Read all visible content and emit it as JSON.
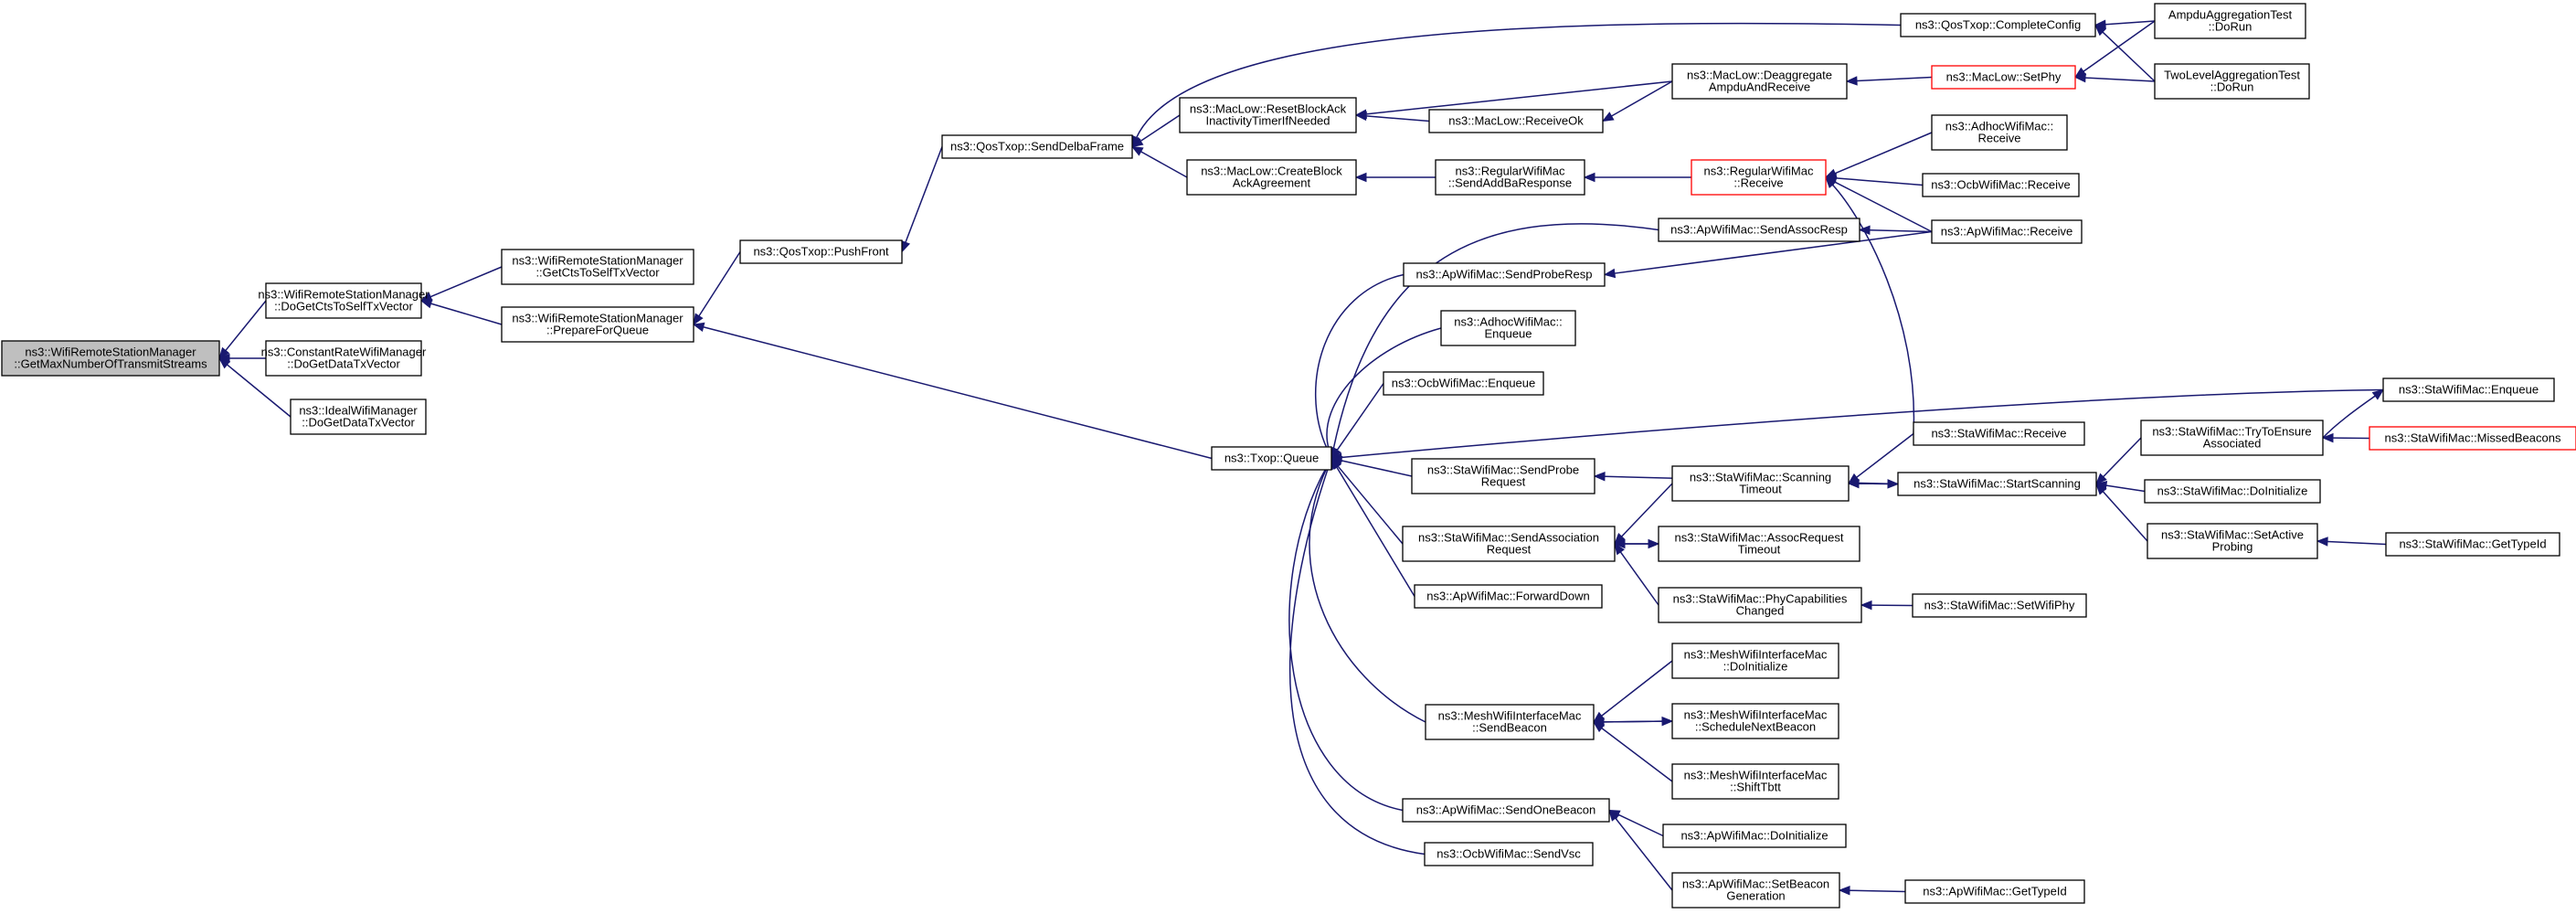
{
  "diagram": {
    "colors": {
      "edge": "#191970",
      "node_border": "#000000",
      "highlight_border": "#ff0000",
      "root_fill": "#bfbfbf"
    },
    "nodes": [
      {
        "id": "getmax",
        "lines": [
          "ns3::WifiRemoteStationManager",
          "::GetMaxNumberOfTransmitStreams"
        ],
        "style": "root"
      },
      {
        "id": "dogetcts",
        "lines": [
          "ns3::WifiRemoteStationManager",
          "::DoGetCtsToSelfTxVector"
        ]
      },
      {
        "id": "constrate",
        "lines": [
          "ns3::ConstantRateWifiManager",
          "::DoGetDataTxVector"
        ]
      },
      {
        "id": "ideal",
        "lines": [
          "ns3::IdealWifiManager",
          "::DoGetDataTxVector"
        ]
      },
      {
        "id": "getcts",
        "lines": [
          "ns3::WifiRemoteStationManager",
          "::GetCtsToSelfTxVector"
        ]
      },
      {
        "id": "prepare",
        "lines": [
          "ns3::WifiRemoteStationManager",
          "::PrepareForQueue"
        ]
      },
      {
        "id": "pushfront",
        "lines": [
          "ns3::QosTxop::PushFront"
        ]
      },
      {
        "id": "senddelba",
        "lines": [
          "ns3::QosTxop::SendDelbaFrame"
        ]
      },
      {
        "id": "txopqueue",
        "lines": [
          "ns3::Txop::Queue"
        ]
      },
      {
        "id": "resetblock",
        "lines": [
          "ns3::MacLow::ResetBlockAck",
          "InactivityTimerIfNeeded"
        ]
      },
      {
        "id": "createblock",
        "lines": [
          "ns3::MacLow::CreateBlock",
          "AckAgreement"
        ]
      },
      {
        "id": "completeconfig",
        "lines": [
          "ns3::QosTxop::CompleteConfig"
        ]
      },
      {
        "id": "receiveok",
        "lines": [
          "ns3::MacLow::ReceiveOk"
        ]
      },
      {
        "id": "deaggregate",
        "lines": [
          "ns3::MacLow::Deaggregate",
          "AmpduAndReceive"
        ]
      },
      {
        "id": "setphy",
        "lines": [
          "ns3::MacLow::SetPhy"
        ],
        "style": "red"
      },
      {
        "id": "ampdutest",
        "lines": [
          "AmpduAggregationTest",
          "::DoRun"
        ]
      },
      {
        "id": "twoleveltest",
        "lines": [
          "TwoLevelAggregationTest",
          "::DoRun"
        ]
      },
      {
        "id": "sendaddba",
        "lines": [
          "ns3::RegularWifiMac",
          "::SendAddBaResponse"
        ]
      },
      {
        "id": "regreceive",
        "lines": [
          "ns3::RegularWifiMac",
          "::Receive"
        ],
        "style": "red"
      },
      {
        "id": "adhocreceive",
        "lines": [
          "ns3::AdhocWifiMac::",
          "Receive"
        ]
      },
      {
        "id": "ocbreceive",
        "lines": [
          "ns3::OcbWifiMac::Receive"
        ]
      },
      {
        "id": "apreceive",
        "lines": [
          "ns3::ApWifiMac::Receive"
        ]
      },
      {
        "id": "sendassocresp",
        "lines": [
          "ns3::ApWifiMac::SendAssocResp"
        ]
      },
      {
        "id": "sendproberesp",
        "lines": [
          "ns3::ApWifiMac::SendProbeResp"
        ]
      },
      {
        "id": "adhocenqueue",
        "lines": [
          "ns3::AdhocWifiMac::",
          "Enqueue"
        ]
      },
      {
        "id": "ocbenqueue",
        "lines": [
          "ns3::OcbWifiMac::Enqueue"
        ]
      },
      {
        "id": "staenqueue",
        "lines": [
          "ns3::StaWifiMac::Enqueue"
        ]
      },
      {
        "id": "stareceive",
        "lines": [
          "ns3::StaWifiMac::Receive"
        ]
      },
      {
        "id": "sendprobereq",
        "lines": [
          "ns3::StaWifiMac::SendProbe",
          "Request"
        ]
      },
      {
        "id": "scantimeout",
        "lines": [
          "ns3::StaWifiMac::Scanning",
          "Timeout"
        ]
      },
      {
        "id": "startscan",
        "lines": [
          "ns3::StaWifiMac::StartScanning"
        ]
      },
      {
        "id": "trytoensure",
        "lines": [
          "ns3::StaWifiMac::TryToEnsure",
          "Associated"
        ]
      },
      {
        "id": "missedbeacons",
        "lines": [
          "ns3::StaWifiMac::MissedBeacons"
        ],
        "style": "red"
      },
      {
        "id": "stainit",
        "lines": [
          "ns3::StaWifiMac::DoInitialize"
        ]
      },
      {
        "id": "setactive",
        "lines": [
          "ns3::StaWifiMac::SetActive",
          "Probing"
        ]
      },
      {
        "id": "stagettype",
        "lines": [
          "ns3::StaWifiMac::GetTypeId"
        ]
      },
      {
        "id": "sendassocreq",
        "lines": [
          "ns3::StaWifiMac::SendAssociation",
          "Request"
        ]
      },
      {
        "id": "assocreqtimeout",
        "lines": [
          "ns3::StaWifiMac::AssocRequest",
          "Timeout"
        ]
      },
      {
        "id": "phycap",
        "lines": [
          "ns3::StaWifiMac::PhyCapabilities",
          "Changed"
        ]
      },
      {
        "id": "setwifiphy",
        "lines": [
          "ns3::StaWifiMac::SetWifiPhy"
        ]
      },
      {
        "id": "forwarddown",
        "lines": [
          "ns3::ApWifiMac::ForwardDown"
        ]
      },
      {
        "id": "meshsendbeacon",
        "lines": [
          "ns3::MeshWifiInterfaceMac",
          "::SendBeacon"
        ]
      },
      {
        "id": "meshinit",
        "lines": [
          "ns3::MeshWifiInterfaceMac",
          "::DoInitialize"
        ]
      },
      {
        "id": "meshschedule",
        "lines": [
          "ns3::MeshWifiInterfaceMac",
          "::ScheduleNextBeacon"
        ]
      },
      {
        "id": "meshshift",
        "lines": [
          "ns3::MeshWifiInterfaceMac",
          "::ShiftTbtt"
        ]
      },
      {
        "id": "sendonebeacon",
        "lines": [
          "ns3::ApWifiMac::SendOneBeacon"
        ]
      },
      {
        "id": "apinit",
        "lines": [
          "ns3::ApWifiMac::DoInitialize"
        ]
      },
      {
        "id": "setbeacongen",
        "lines": [
          "ns3::ApWifiMac::SetBeacon",
          "Generation"
        ]
      },
      {
        "id": "apgettype",
        "lines": [
          "ns3::ApWifiMac::GetTypeId"
        ]
      },
      {
        "id": "ocbsendvsc",
        "lines": [
          "ns3::OcbWifiMac::SendVsc"
        ]
      }
    ],
    "edges": [
      [
        "dogetcts",
        "getmax"
      ],
      [
        "constrate",
        "getmax"
      ],
      [
        "ideal",
        "getmax"
      ],
      [
        "getcts",
        "dogetcts"
      ],
      [
        "prepare",
        "dogetcts"
      ],
      [
        "pushfront",
        "prepare"
      ],
      [
        "txopqueue",
        "prepare"
      ],
      [
        "senddelba",
        "pushfront"
      ],
      [
        "resetblock",
        "senddelba"
      ],
      [
        "createblock",
        "senddelba"
      ],
      [
        "completeconfig",
        "senddelba"
      ],
      [
        "deaggregate",
        "resetblock"
      ],
      [
        "receiveok",
        "resetblock"
      ],
      [
        "ampdutest",
        "completeconfig"
      ],
      [
        "twoleveltest",
        "completeconfig"
      ],
      [
        "deaggregate",
        "receiveok"
      ],
      [
        "setphy",
        "deaggregate"
      ],
      [
        "ampdutest",
        "setphy"
      ],
      [
        "twoleveltest",
        "setphy"
      ],
      [
        "sendaddba",
        "createblock"
      ],
      [
        "regreceive",
        "sendaddba"
      ],
      [
        "adhocreceive",
        "regreceive"
      ],
      [
        "ocbreceive",
        "regreceive"
      ],
      [
        "apreceive",
        "regreceive"
      ],
      [
        "stareceive",
        "regreceive"
      ],
      [
        "sendassocresp",
        "txopqueue"
      ],
      [
        "sendproberesp",
        "txopqueue"
      ],
      [
        "adhocenqueue",
        "txopqueue"
      ],
      [
        "ocbenqueue",
        "txopqueue"
      ],
      [
        "staenqueue",
        "txopqueue"
      ],
      [
        "sendprobereq",
        "txopqueue"
      ],
      [
        "sendassocreq",
        "txopqueue"
      ],
      [
        "forwarddown",
        "txopqueue"
      ],
      [
        "meshsendbeacon",
        "txopqueue"
      ],
      [
        "sendonebeacon",
        "txopqueue"
      ],
      [
        "ocbsendvsc",
        "txopqueue"
      ],
      [
        "apreceive",
        "sendassocresp"
      ],
      [
        "apreceive",
        "sendproberesp"
      ],
      [
        "trytoensure",
        "staenqueue"
      ],
      [
        "startscan",
        "sendprobereq"
      ],
      [
        "stareceive",
        "scantimeout"
      ],
      [
        "startscan",
        "scantimeout"
      ],
      [
        "scantimeout",
        "startscan"
      ],
      [
        "trytoensure",
        "startscan"
      ],
      [
        "stainit",
        "startscan"
      ],
      [
        "setactive",
        "startscan"
      ],
      [
        "missedbeacons",
        "trytoensure"
      ],
      [
        "stagettype",
        "setactive"
      ],
      [
        "scantimeout",
        "sendassocreq"
      ],
      [
        "assocreqtimeout",
        "sendassocreq"
      ],
      [
        "phycap",
        "sendassocreq"
      ],
      [
        "sendassocreq",
        "assocreqtimeout"
      ],
      [
        "setwifiphy",
        "phycap"
      ],
      [
        "meshinit",
        "meshsendbeacon"
      ],
      [
        "meshschedule",
        "meshsendbeacon"
      ],
      [
        "meshshift",
        "meshsendbeacon"
      ],
      [
        "meshsendbeacon",
        "meshschedule"
      ],
      [
        "apinit",
        "sendonebeacon"
      ],
      [
        "setbeacongen",
        "sendonebeacon"
      ],
      [
        "apgettype",
        "setbeacongen"
      ]
    ]
  }
}
